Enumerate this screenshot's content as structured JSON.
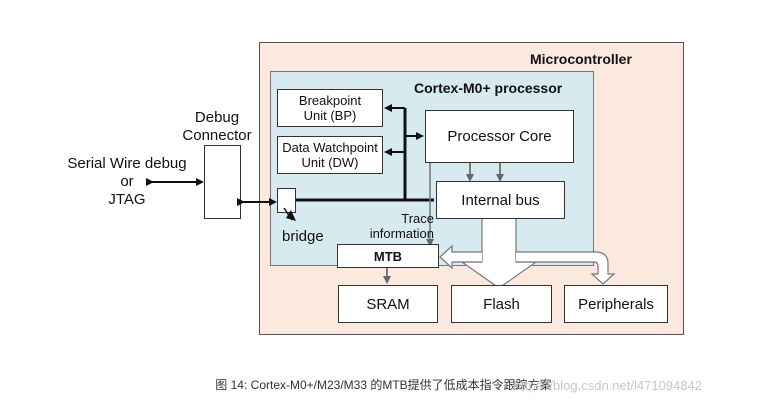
{
  "labels": {
    "microcontroller": "Microcontroller",
    "cortex": "Cortex-M0+ processor",
    "serial_line1": "Serial Wire debug",
    "serial_line2": "or",
    "serial_line3": "JTAG",
    "debug_line1": "Debug",
    "debug_line2": "Connector",
    "bp_line1": "Breakpoint",
    "bp_line2": "Unit (BP)",
    "dw_line1": "Data Watchpoint",
    "dw_line2": "Unit (DW)",
    "processor_core": "Processor Core",
    "internal_bus": "Internal bus",
    "trace_line1": "Trace",
    "trace_line2": "information",
    "bridge": "bridge",
    "mtb": "MTB",
    "sram": "SRAM",
    "flash": "Flash",
    "peripherals": "Peripherals"
  },
  "caption": "图 14: Cortex-M0+/M23/M33 的MTB提供了低成本指令跟踪方案",
  "watermark": "https://blog.csdn.net/l471094842"
}
